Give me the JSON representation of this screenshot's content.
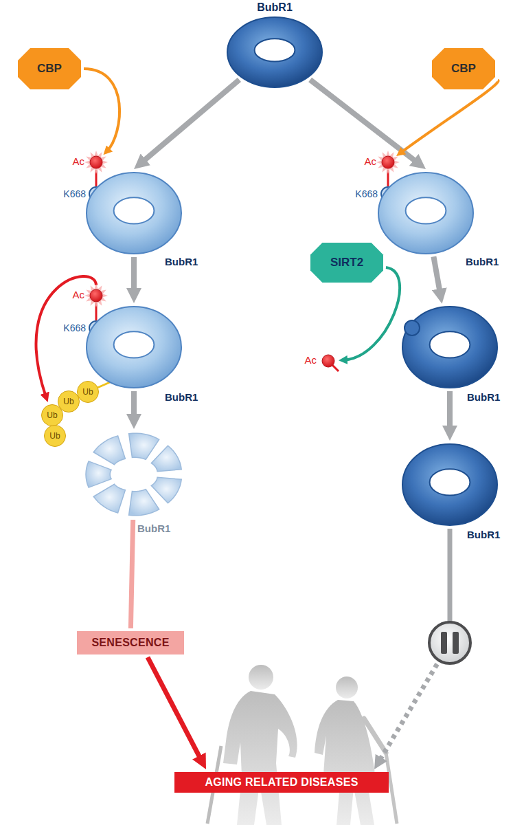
{
  "diagram": {
    "nodes": [
      {
        "text": [
          "BubR1"
        ]
      },
      {
        "text": [
          "CBP"
        ]
      },
      {
        "text": [
          "CBP"
        ]
      },
      {
        "text": [
          "Ac"
        ]
      },
      {
        "text": [
          "K668"
        ]
      },
      {
        "text": [
          "BubR1"
        ]
      },
      {
        "text": [
          "Ac"
        ]
      },
      {
        "text": [
          "K668"
        ]
      },
      {
        "text": [
          "BubR1"
        ]
      },
      {
        "text": [
          "SIRT2"
        ]
      },
      {
        "text": [
          "Ac"
        ]
      },
      {
        "text": [
          "K668"
        ]
      },
      {
        "text": [
          "BubR1"
        ]
      },
      {
        "text": [
          "Ub"
        ]
      },
      {
        "text": [
          "Ub"
        ]
      },
      {
        "text": [
          "Ub"
        ]
      },
      {
        "text": [
          "Ub"
        ]
      },
      {
        "text": [
          "Ac"
        ]
      },
      {
        "text": [
          "BubR1"
        ]
      },
      {
        "text": [
          "BubR1"
        ]
      },
      {
        "text": [
          "BubR1"
        ]
      },
      {
        "text": [
          "SENESCENCE"
        ]
      },
      {
        "text": [
          "AGING RELATED DISEASES"
        ]
      }
    ],
    "edges": [
      {
        "from": 0,
        "to": 5,
        "arrow": "to"
      },
      {
        "from": 0,
        "to": 8,
        "arrow": "to"
      },
      {
        "from": 1,
        "to": 3,
        "arrow": "to"
      },
      {
        "from": 3,
        "to": 4,
        "arrow": "none"
      },
      {
        "from": 5,
        "to": 12,
        "arrow": "to"
      },
      {
        "from": 2,
        "to": 6,
        "arrow": "to"
      },
      {
        "from": 6,
        "to": 7,
        "arrow": "none"
      },
      {
        "from": 8,
        "to": 18,
        "arrow": "to"
      },
      {
        "from": 9,
        "to": 17,
        "arrow": "to"
      },
      {
        "from": 10,
        "to": 11,
        "arrow": "none"
      },
      {
        "from": 10,
        "to": 15,
        "arrow": "to"
      },
      {
        "from": 12,
        "to": 19,
        "arrow": "to"
      },
      {
        "from": 18,
        "to": 20,
        "arrow": "to"
      },
      {
        "from": 19,
        "to": 21,
        "arrow": "none"
      },
      {
        "from": 21,
        "to": 22,
        "arrow": "to"
      },
      {
        "from": 20,
        "to": 22,
        "arrow": "to"
      }
    ]
  }
}
